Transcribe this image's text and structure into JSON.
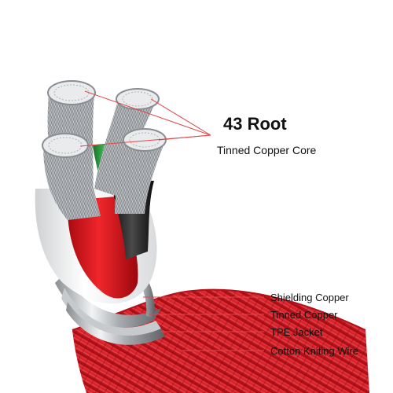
{
  "callout": {
    "title": "43 Root",
    "subtitle": "Tinned Copper Core"
  },
  "layers": [
    "Shielding Copper",
    "Tinned Copper",
    "TPE Jacket",
    "Cotton Kniting Wire"
  ],
  "colors": {
    "leader_line": "#e04848",
    "jacket": "#d8262c",
    "inner_red": "#e3141b",
    "inner_black": "#1e1e1e",
    "inner_green": "#2a9d3c",
    "copper": "#b4b8bc"
  }
}
